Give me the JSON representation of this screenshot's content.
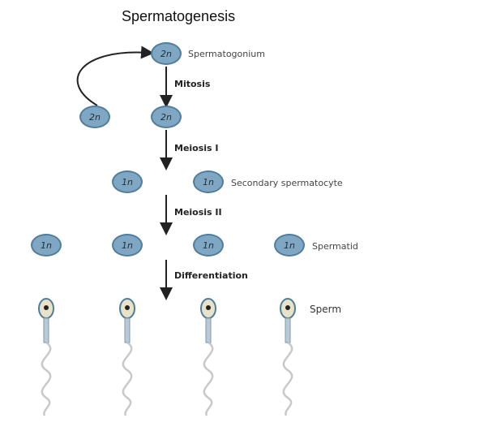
{
  "title": "Spermatogenesis",
  "stages": {
    "spermatogonium": {
      "ploidy": "2n",
      "label": "Spermatogonium"
    },
    "mitosis": {
      "label": "Mitosis",
      "left_cell": "2n",
      "right_cell": "2n"
    },
    "meiosis1": {
      "label": "Meiosis I",
      "cell_a": "1n",
      "cell_b": "1n",
      "cell_label": "Secondary spermatocyte"
    },
    "meiosis2": {
      "label": "Meiosis II",
      "cells": [
        "1n",
        "1n",
        "1n",
        "1n"
      ],
      "cell_label": "Spermatid"
    },
    "differentiation": {
      "label": "Differentiation",
      "cell_label": "Sperm"
    }
  },
  "colors": {
    "cell_fill": "#7fa7c3",
    "cell_border": "#4f7d9c",
    "arrow": "#222222"
  }
}
